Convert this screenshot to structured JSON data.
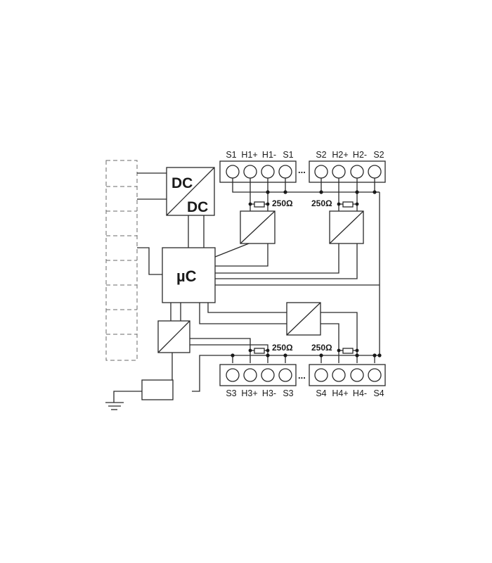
{
  "converter": {
    "line1": "DC",
    "line2": "DC"
  },
  "controller": {
    "label": "µC"
  },
  "top_terminals": [
    "S1",
    "H1+",
    "H1-",
    "S1",
    "S2",
    "H2+",
    "H2-",
    "S2"
  ],
  "bottom_terminals": [
    "S3",
    "H3+",
    "H3-",
    "S3",
    "S4",
    "H4+",
    "H4-",
    "S4"
  ],
  "ellipsis": "...",
  "resistor_label": "250Ω"
}
